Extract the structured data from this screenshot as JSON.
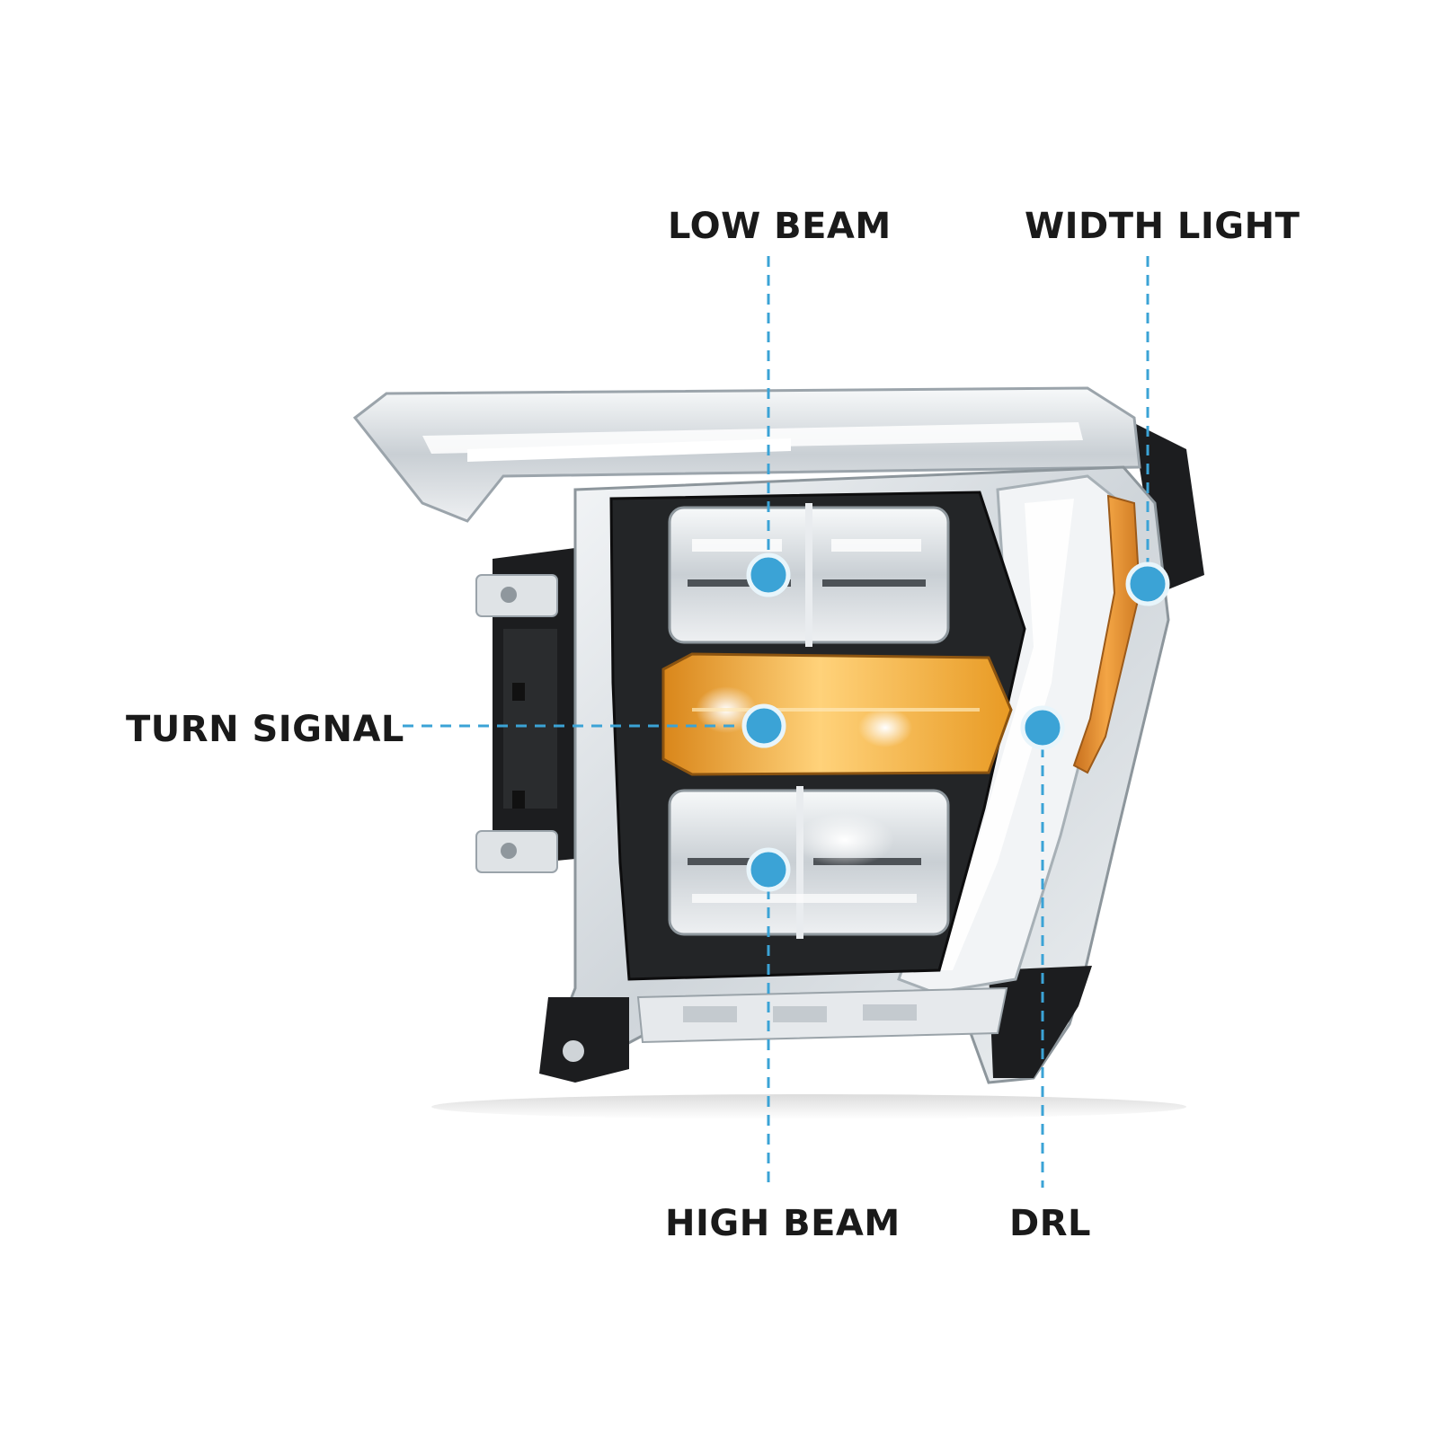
{
  "labels": {
    "low_beam": "LOW BEAM",
    "width_light": "WIDTH LIGHT",
    "turn_signal": "TURN SIGNAL",
    "high_beam": "HIGH BEAM",
    "drl": "DRL"
  },
  "colors": {
    "marker": "#3ba3d6",
    "marker_stroke": "#e8f5fb",
    "label_text": "#1a1a1a",
    "housing_dark": "#222426",
    "chrome": "#d9dee2",
    "amber": "#f2a21e",
    "side_amber": "#e6892a"
  }
}
